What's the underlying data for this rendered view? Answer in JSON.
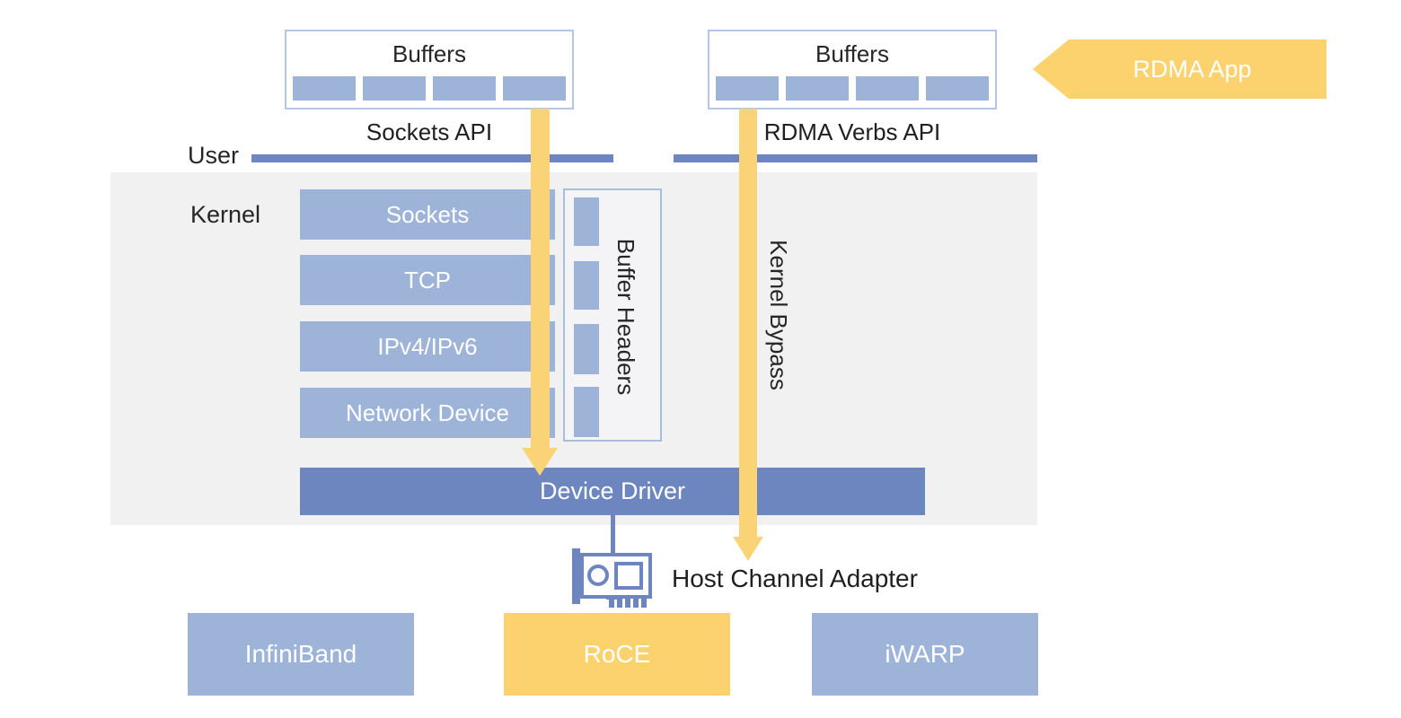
{
  "colors": {
    "light_blue": "#9db3d8",
    "dark_blue": "#6d86bf",
    "yellow": "#fbd26e",
    "kernel_background": "#f1f1f2"
  },
  "regions": {
    "user_label": "User",
    "kernel_label": "Kernel"
  },
  "buffers_left": {
    "title": "Buffers",
    "cell_count": 4
  },
  "buffers_right": {
    "title": "Buffers",
    "cell_count": 4
  },
  "api": {
    "sockets_label": "Sockets API",
    "rdma_label": "RDMA Verbs API"
  },
  "rdma_app": {
    "label": "RDMA App"
  },
  "kernel_stack": [
    "Sockets",
    "TCP",
    "IPv4/IPv6",
    "Network Device"
  ],
  "buffer_headers": {
    "label": "Buffer Headers",
    "cell_count": 4
  },
  "kernel_bypass": {
    "label": "Kernel Bypass"
  },
  "device_driver": {
    "label": "Device Driver"
  },
  "host_channel_adapter": {
    "label": "Host Channel Adapter"
  },
  "transports": [
    {
      "label": "InfiniBand",
      "highlight": false
    },
    {
      "label": "RoCE",
      "highlight": true
    },
    {
      "label": "iWARP",
      "highlight": false
    }
  ]
}
